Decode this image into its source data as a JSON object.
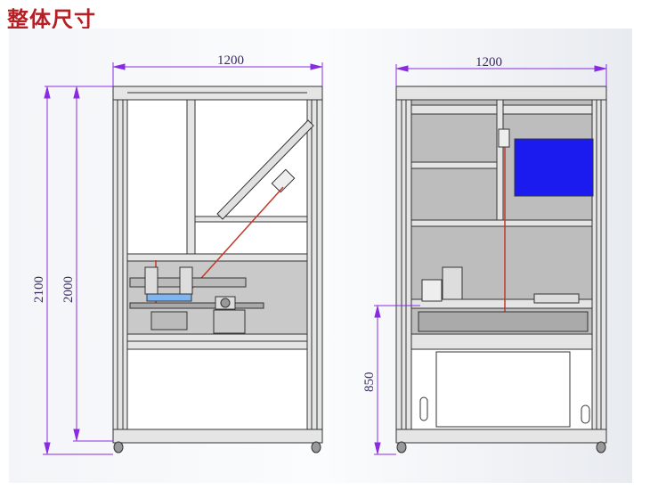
{
  "title": "整体尺寸",
  "front_view": {
    "width_label": "1200",
    "height_total_label": "2100",
    "height_frame_label": "2000"
  },
  "side_view": {
    "width_label": "1200",
    "table_height_label": "850"
  },
  "colors": {
    "title": "#b52025",
    "dimension": "#8a2be2",
    "screen": "#1b1bef",
    "laser": "#c0392b"
  }
}
